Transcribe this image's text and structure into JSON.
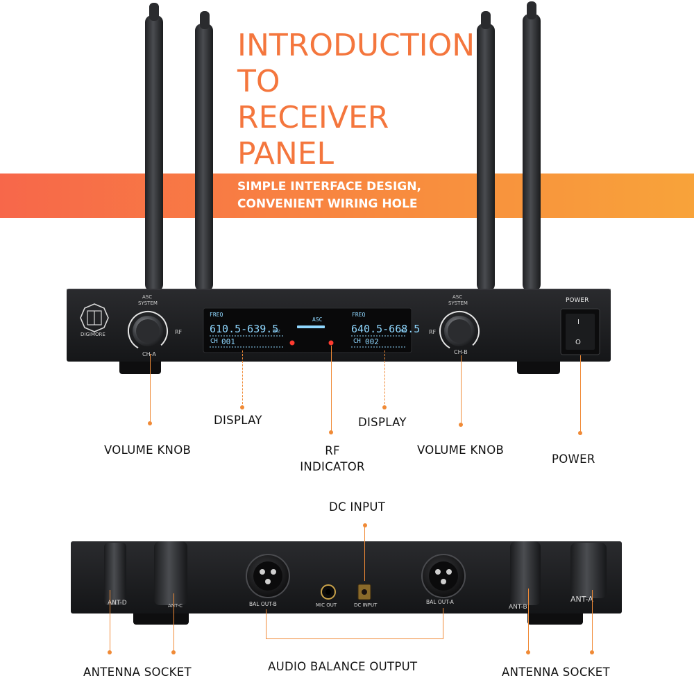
{
  "title_lines": [
    "INTRODUCTION",
    "TO",
    "RECEIVER",
    "PANEL"
  ],
  "subtitle_lines": [
    "SIMPLE INTERFACE DESIGN,",
    "CONVENIENT WIRING HOLE"
  ],
  "colors": {
    "accent": "#f4763d",
    "banner_start": "#f7674a",
    "banner_end": "#f8a33a",
    "device": "#1c1d1f"
  },
  "front_panel": {
    "brand": "DIGIMORE",
    "asc_left": "ASC",
    "system_left": "SYSTEM",
    "asc_right": "ASC",
    "system_right": "SYSTEM",
    "rf_left": "RF",
    "rf_right": "RF",
    "ch_a": "CH-A",
    "ch_b": "CH-B",
    "power_label": "POWER",
    "switch_on": "I",
    "switch_off": "O",
    "center_asc": "ASC",
    "lcd_a": {
      "freq": "FREQ",
      "range": "610.5-639.5",
      "unit": "MHz",
      "ch": "CH",
      "ch_value": "001"
    },
    "lcd_b": {
      "freq": "FREQ",
      "range": "640.5-668.5",
      "unit": "MHz",
      "ch": "CH",
      "ch_value": "002"
    }
  },
  "front_labels": {
    "display_left": "DISPLAY",
    "display_right": "DISPLAY",
    "volume_left": "VOLUME KNOB",
    "volume_right": "VOLUME KNOB",
    "rf_indicator_1": "RF",
    "rf_indicator_2": "INDICATOR",
    "power": "POWER"
  },
  "back_panel": {
    "ant_d": "ANT-D",
    "ant_c": "ANT-C",
    "bal_out_b": "BAL OUT-B",
    "mic_out": "MIC OUT",
    "dc_input": "DC INPUT",
    "bal_out_a": "BAL OUT-A",
    "ant_b": "ANT-B",
    "ant_a": "ANT-A"
  },
  "back_labels": {
    "dc_input": "DC INPUT",
    "antenna_left": "ANTENNA SOCKET",
    "audio_balance": "AUDIO BALANCE OUTPUT",
    "antenna_right": "ANTENNA SOCKET"
  }
}
